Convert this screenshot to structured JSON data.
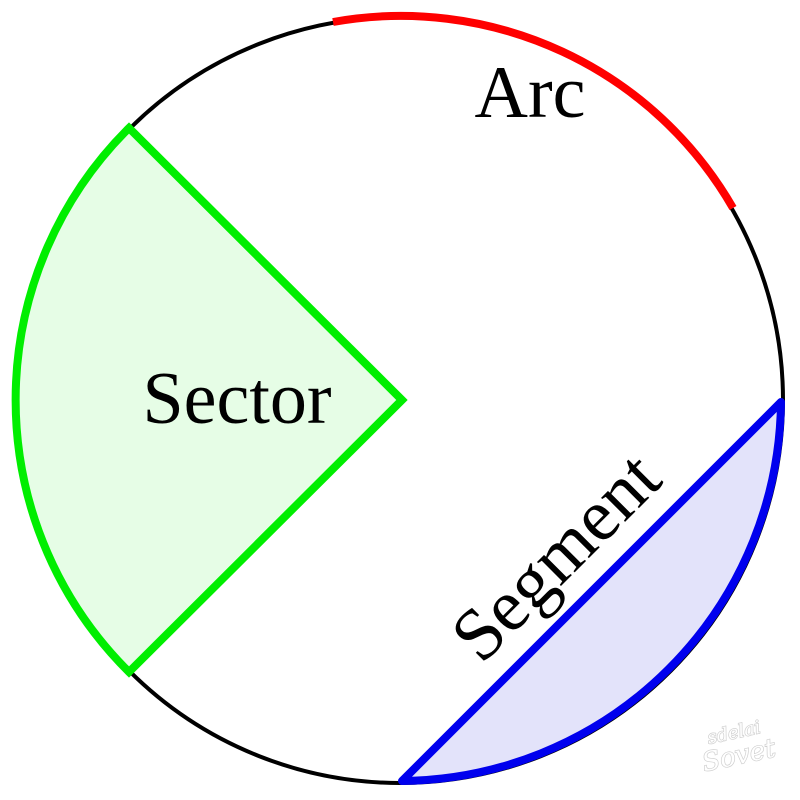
{
  "diagram": {
    "labels": {
      "arc": "Arc",
      "sector": "Sector",
      "segment": "Segment"
    },
    "colors": {
      "circle_stroke": "#000000",
      "arc_stroke": "#ff0000",
      "sector_stroke": "#00ee00",
      "sector_fill": "#e6fde6",
      "segment_stroke": "#0000ee",
      "segment_fill": "#e3e3fa",
      "background": "#ffffff"
    }
  },
  "watermark": {
    "line1": "sdelai",
    "line2": "Sovet"
  }
}
